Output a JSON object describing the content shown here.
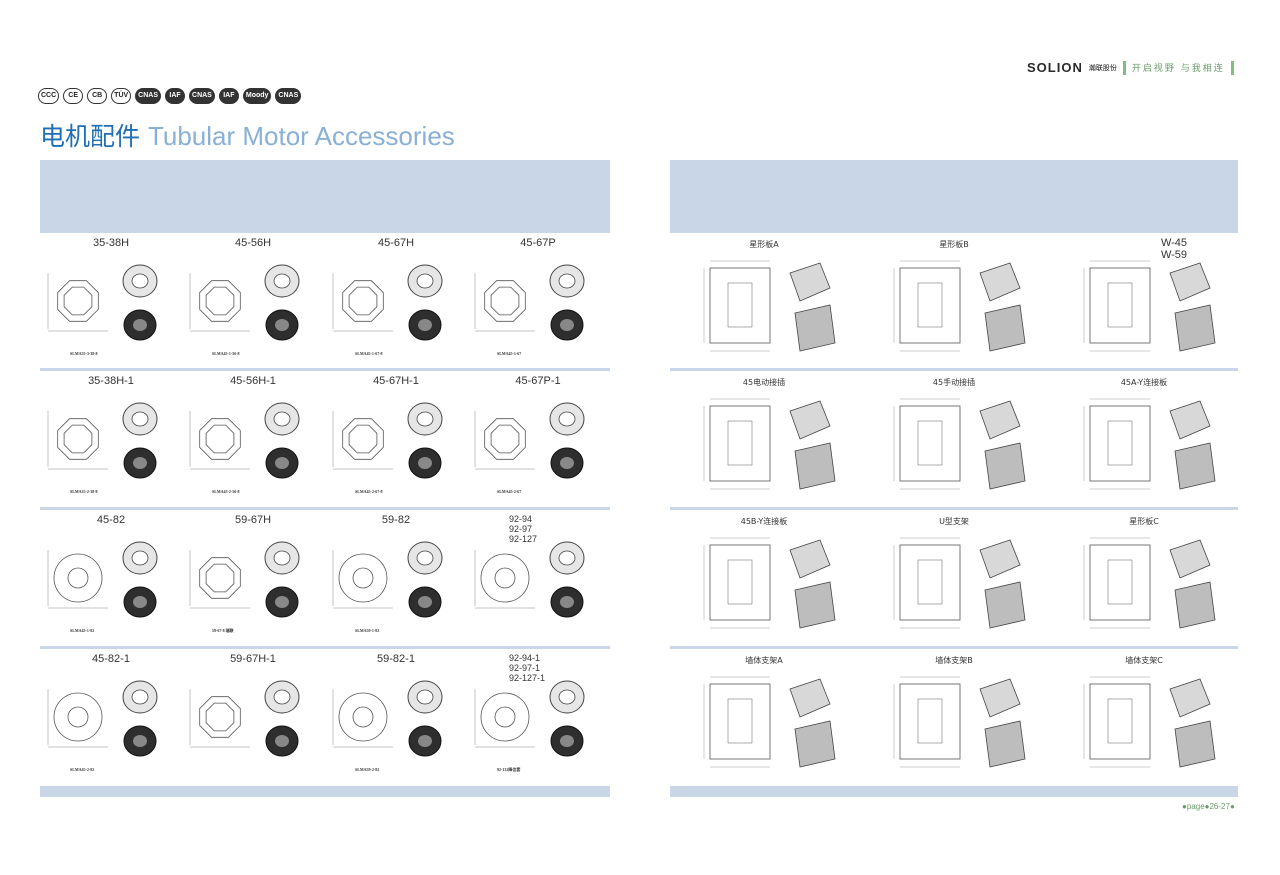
{
  "header": {
    "certifications": [
      "CCC",
      "CE",
      "CB",
      "TÜV",
      "CNAS",
      "IAF",
      "CNAS",
      "IAF",
      "Moody",
      "CNAS"
    ],
    "title_cn": "电机配件",
    "title_en": "Tubular Motor Accessories",
    "brand_logo": "SOLION",
    "brand_company": "瀚联股份",
    "brand_slogan": "开启视野 与我相连"
  },
  "left_page": {
    "rows": [
      [
        {
          "label": "35-38H",
          "code": "SLMA35-3-38-8"
        },
        {
          "label": "45-56H",
          "code": "SLMA45-1-56-8"
        },
        {
          "label": "45-67H",
          "code": "SLMA45-1-67-8"
        },
        {
          "label": "45-67P",
          "code": "SLMA45-1-67"
        }
      ],
      [
        {
          "label": "35-38H-1",
          "code": "SLMA35-2-38-8"
        },
        {
          "label": "45-56H-1",
          "code": "SLMA45-2-56-8"
        },
        {
          "label": "45-67H-1",
          "code": "SLMA45-2-67-8"
        },
        {
          "label": "45-67P-1",
          "code": "SLMA45-2-67"
        }
      ],
      [
        {
          "label": "45-82",
          "code": "SLMA45-1-82"
        },
        {
          "label": "59-67H",
          "code": "59-67-8 瑞联"
        },
        {
          "label": "59-82",
          "code": "SLMA59-1-82"
        },
        {
          "label": "92-94\n92-97\n92-127",
          "code": ""
        }
      ],
      [
        {
          "label": "45-82-1",
          "code": "SLMA45-2-82"
        },
        {
          "label": "59-67H-1",
          "code": ""
        },
        {
          "label": "59-82-1",
          "code": "SLMA59-2-82"
        },
        {
          "label": "92-94-1\n92-97-1\n92-127-1",
          "code": "92-132降位套"
        }
      ]
    ]
  },
  "right_page": {
    "rows": [
      [
        {
          "label": "星形板A"
        },
        {
          "label": "星形板B"
        },
        {
          "label": "W-45\nW-59"
        }
      ],
      [
        {
          "label": "45电动接插"
        },
        {
          "label": "45手动接插"
        },
        {
          "label": "45A-Y连接板"
        }
      ],
      [
        {
          "label": "45B-Y连接板"
        },
        {
          "label": "U型支架"
        },
        {
          "label": "星形板C"
        }
      ],
      [
        {
          "label": "墙体支架A"
        },
        {
          "label": "墙体支架B"
        },
        {
          "label": "墙体支架C"
        }
      ]
    ]
  },
  "footer": {
    "page_label": "page",
    "pages": "26-27"
  },
  "colors": {
    "band": "#c8d6e8",
    "title_cn": "#1f6fb5",
    "title_en": "#8ab0d6",
    "accent_green": "#6a9c6a"
  }
}
